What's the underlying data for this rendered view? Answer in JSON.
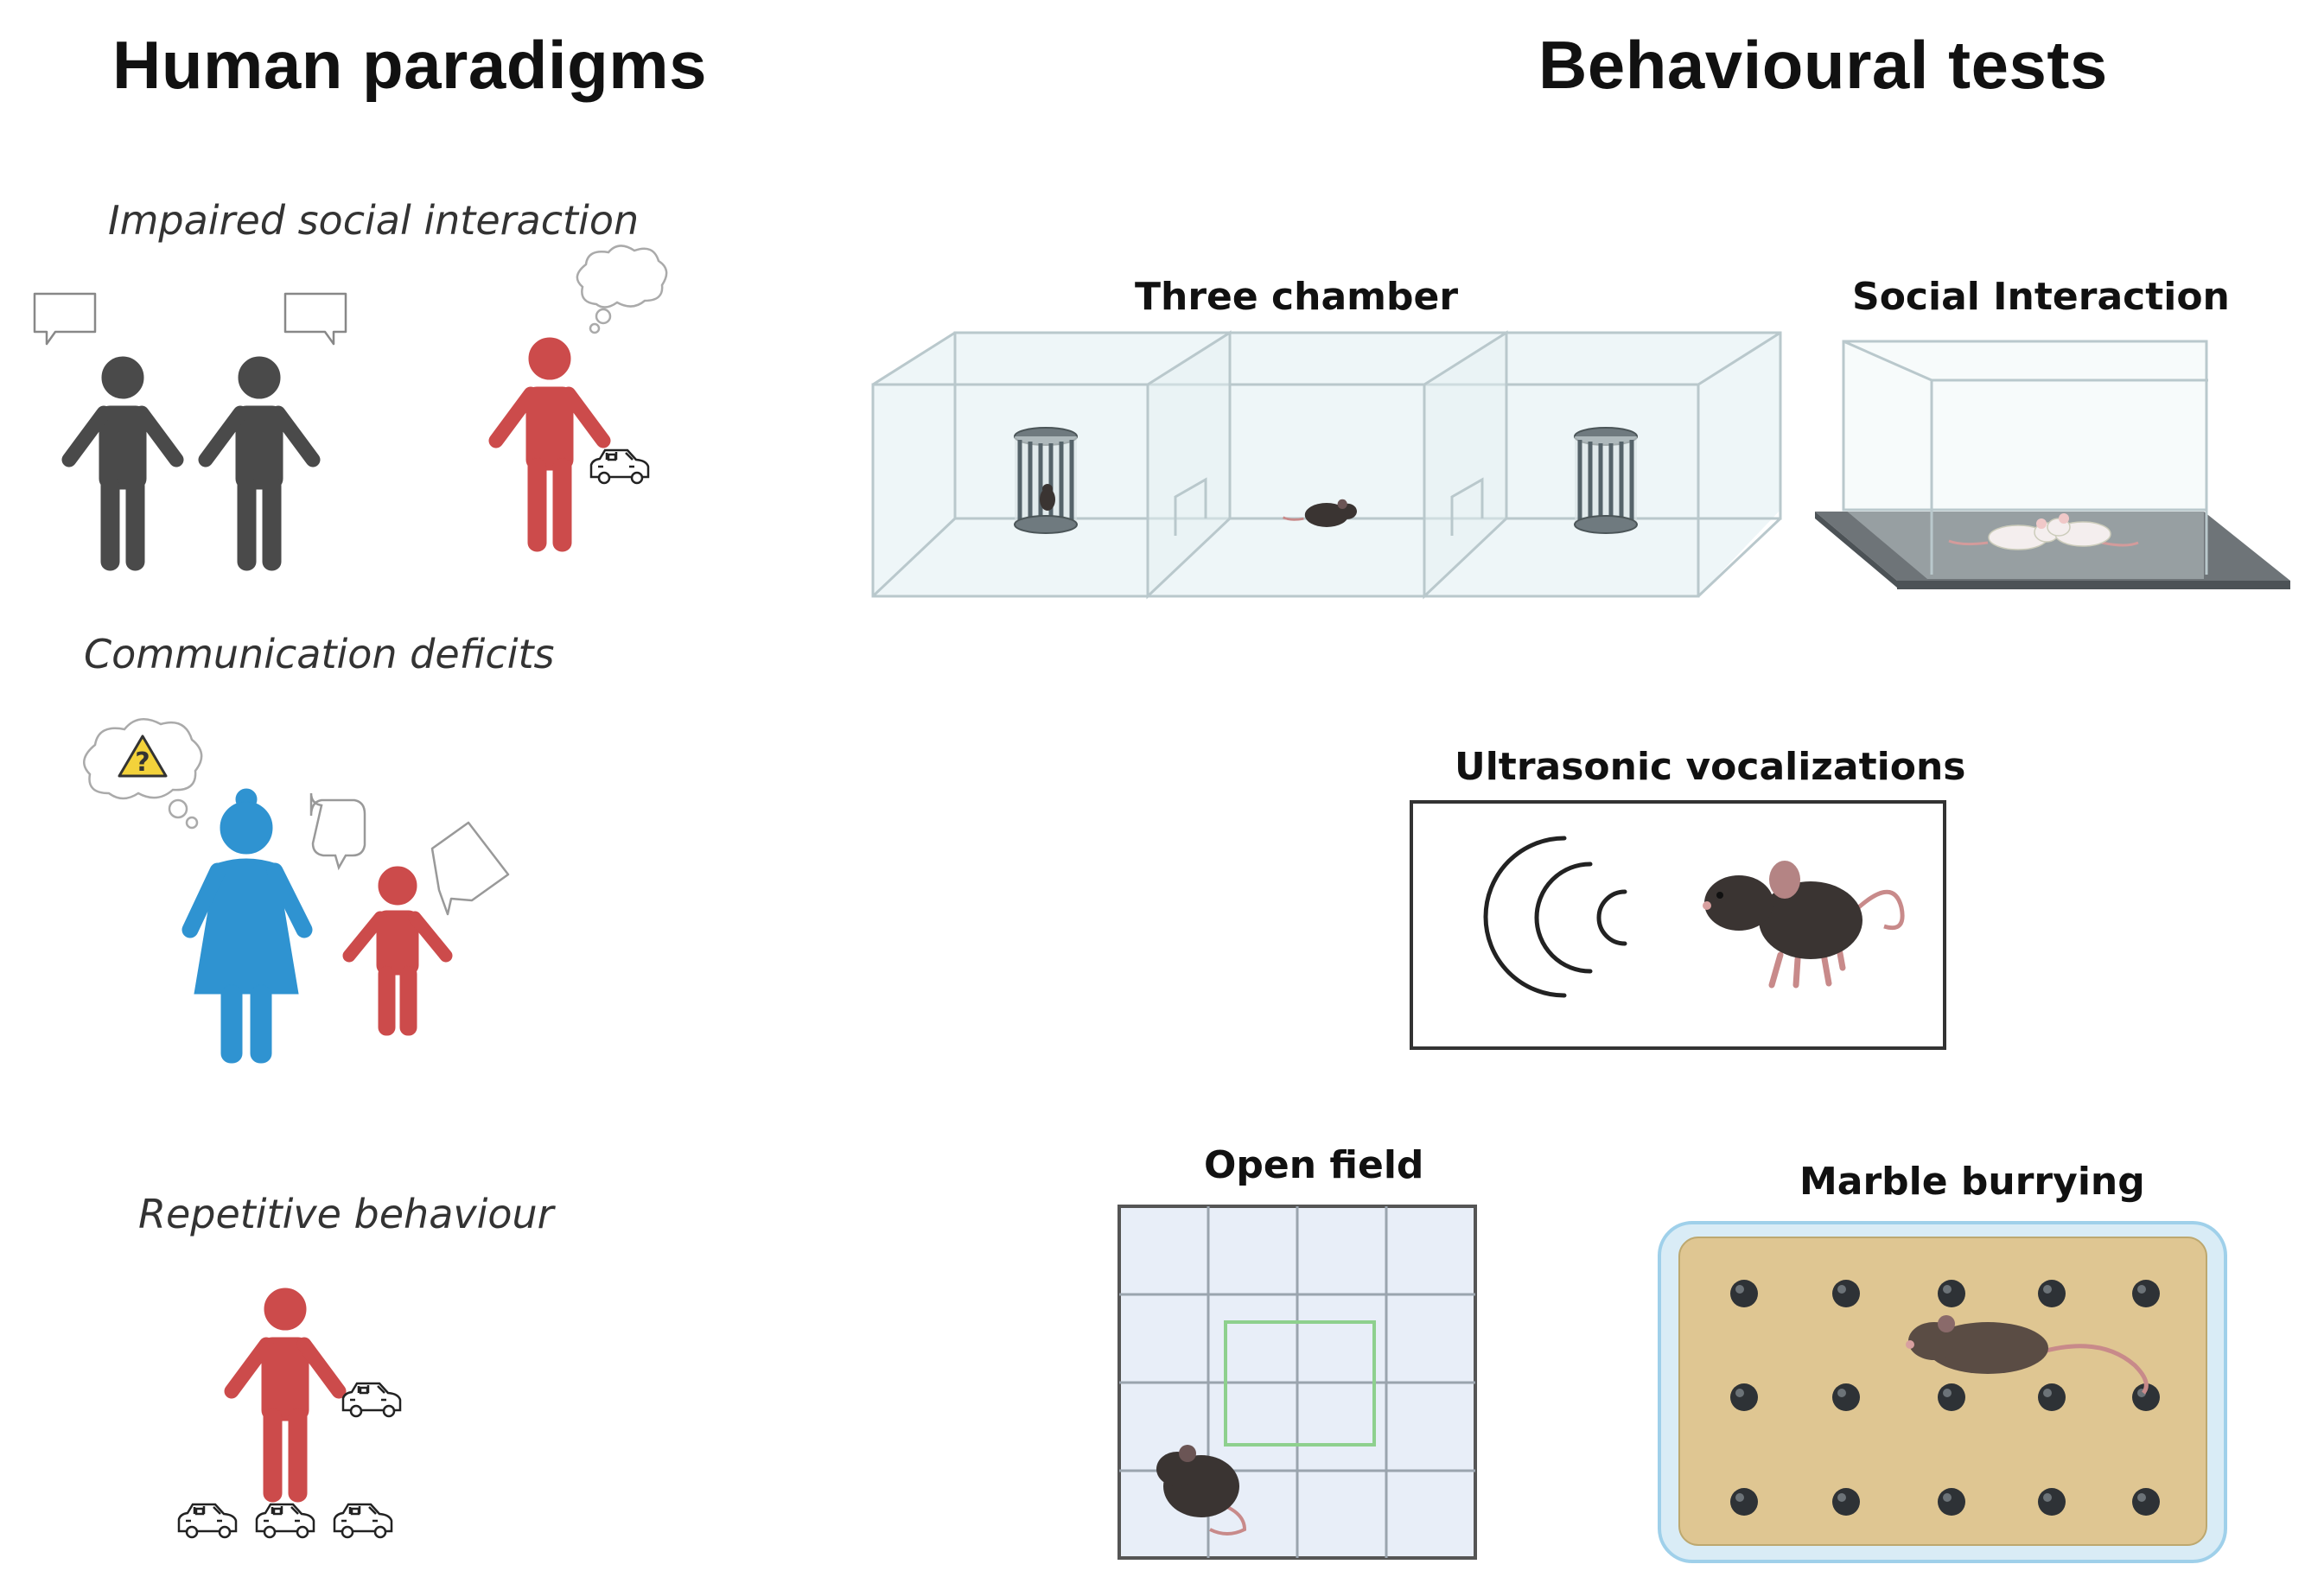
{
  "headings": {
    "left": "Human paradigms",
    "right": "Behavioural tests"
  },
  "paradigms": [
    "Impaired social interaction",
    "Communication deficits",
    "Repetitive behaviour"
  ],
  "tests": {
    "three_chamber": "Three chamber",
    "social_interaction": "Social Interaction",
    "ultrasonic": "Ultrasonic vocalizations",
    "open_field": "Open field",
    "marble": "Marble burrying"
  },
  "colors": {
    "typical_person": "#4a4a4a",
    "affected_person": "#cc4b4b",
    "parent_person": "#2f93d1",
    "box_line": "#b9c8cc",
    "box_fill": "#e9f3f5",
    "sand": "#dfc692",
    "sand_border": "#9fd0ea",
    "grid_fill": "#e8eef8",
    "center_zone": "#8ed08e",
    "mouse_dark": "#3a3432",
    "mouse_white": "#f4eeee",
    "warning": "#f3d23b"
  },
  "icons": {
    "speech": "speech-bubble-icon",
    "thought": "thought-bubble-icon",
    "warning": "warning-icon",
    "toy_car": "toy-car-icon",
    "cage": "wire-cage-icon",
    "mouse": "mouse-icon",
    "marble": "marble-icon",
    "sound_waves": "sound-wave-icon"
  }
}
